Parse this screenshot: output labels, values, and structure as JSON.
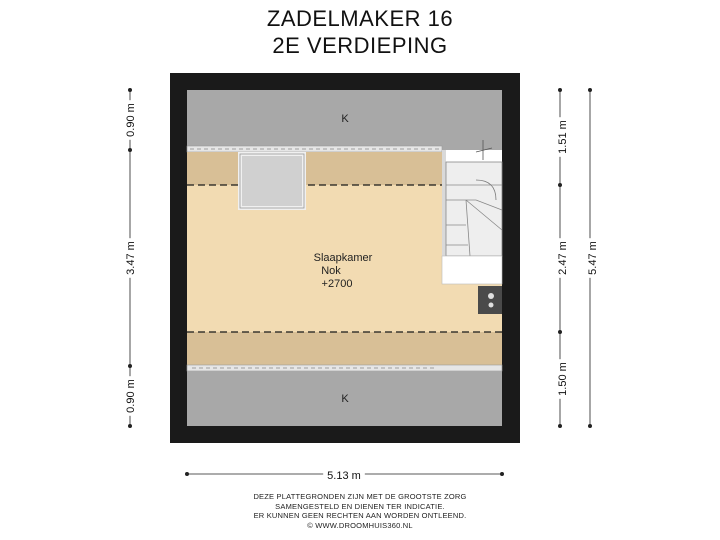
{
  "header": {
    "title_line1": "ZADELMAKER 16",
    "title_line2": "2E VERDIEPING"
  },
  "rooms": {
    "top_storage": "K",
    "bedroom_name": "Slaapkamer",
    "bedroom_note": "Nok",
    "bedroom_height": "+2700",
    "bottom_storage": "K"
  },
  "dimensions": {
    "left_top": "0.90 m",
    "left_middle": "3.47 m",
    "left_bottom": "0.90 m",
    "right_inner_top": "1.51 m",
    "right_inner_middle": "2.47 m",
    "right_inner_bottom": "1.50 m",
    "right_outer_total": "5.47 m",
    "bottom_width": "5.13 m"
  },
  "disclaimer": {
    "line1": "DEZE PLATTEGRONDEN ZIJN MET DE GROOTSTE ZORG",
    "line2": "SAMENGESTELD EN DIENEN TER INDICATIE.",
    "line3": "ER KUNNEN GEEN RECHTEN AAN WORDEN ONTLEEND.",
    "line4": "© WWW.DROOMHUIS360.NL"
  },
  "colors": {
    "wall": "#1a1a1a",
    "storage": "#a8a8a8",
    "bedroom": "#f2dbb2",
    "low_ceiling_band": "#d8bf96",
    "dim_line": "#222222"
  }
}
